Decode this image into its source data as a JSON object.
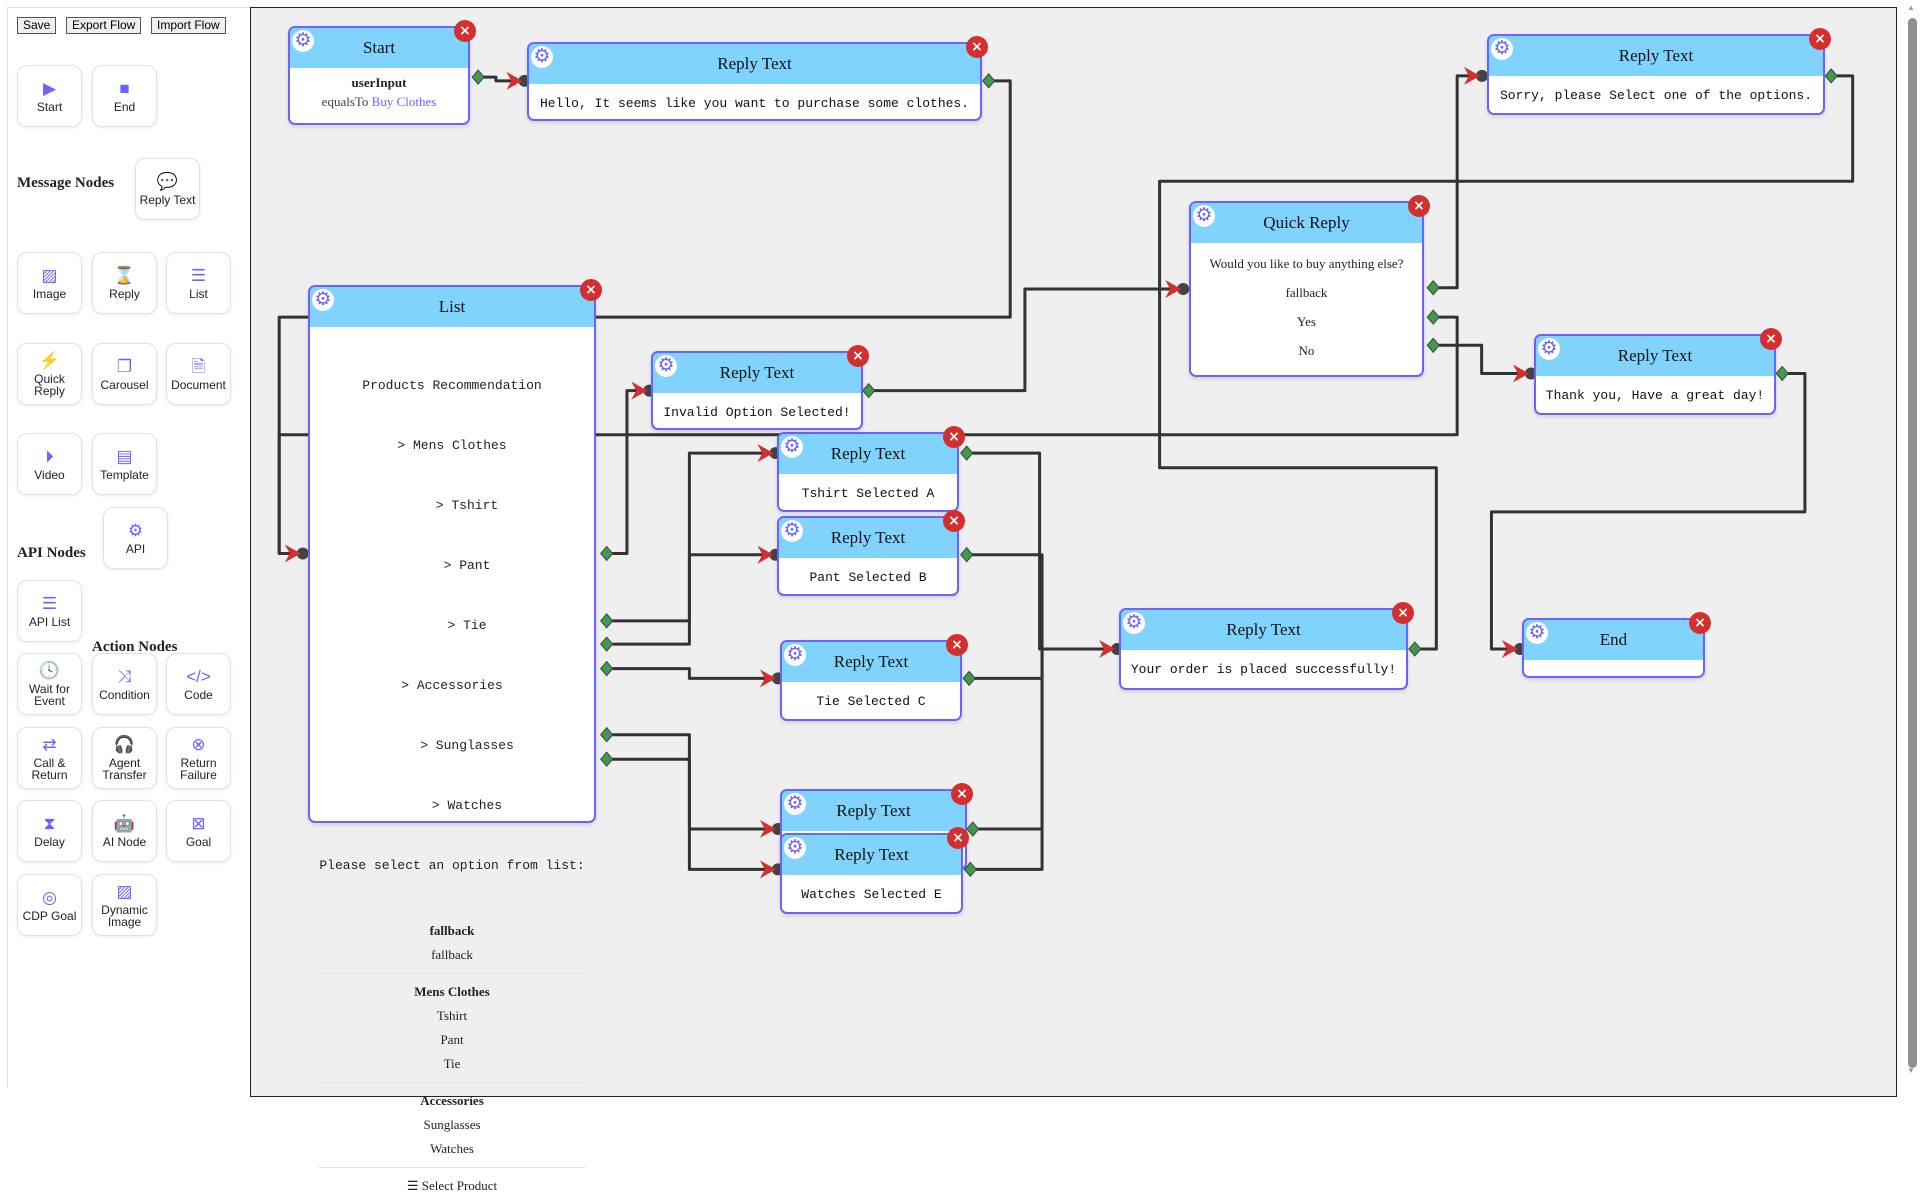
{
  "toolbar": {
    "save": "Save",
    "export": "Export Flow",
    "import": "Import Flow"
  },
  "palette": {
    "start": "Start",
    "end": "End",
    "message_nodes": "Message Nodes",
    "reply_text": "Reply Text",
    "image": "Image",
    "reply": "Reply",
    "list": "List",
    "quick_reply": "Quick Reply",
    "carousel": "Carousel",
    "document": "Document",
    "video": "Video",
    "template": "Template",
    "api_nodes": "API Nodes",
    "api": "API",
    "api_list": "API List",
    "action_nodes": "Action Nodes",
    "wait_for_event": "Wait for Event",
    "condition": "Condition",
    "code": "Code",
    "call_return": "Call & Return",
    "agent_transfer": "Agent Transfer",
    "return_failure": "Return Failure",
    "delay": "Delay",
    "ai_node": "AI Node",
    "goal": "Goal",
    "cdp_goal": "CDP Goal",
    "dynamic_image": "Dynamic Image"
  },
  "nodes": {
    "start": {
      "title": "Start",
      "field": "userInput",
      "op": "equalsTo",
      "value": "Buy Clothes"
    },
    "reply1": {
      "title": "Reply Text",
      "text": "Hello, It seems like you want to purchase some clothes."
    },
    "sorry": {
      "title": "Reply Text",
      "text": "Sorry, please Select one of the options."
    },
    "quick": {
      "title": "Quick Reply",
      "question": "Would you like to buy anything else?",
      "options": [
        "fallback",
        "Yes",
        "No"
      ]
    },
    "list": {
      "title": "List",
      "body": [
        "Products Recommendation",
        "> Mens Clothes",
        "> Tshirt",
        "> Pant",
        "> Tie",
        "> Accessories",
        "> Sunglasses",
        "> Watches",
        "Please select an option from list:"
      ],
      "fallback_title": "fallback",
      "fallback": "fallback",
      "sections": [
        {
          "title": "Mens Clothes",
          "items": [
            "Tshirt",
            "Pant",
            "Tie"
          ]
        },
        {
          "title": "Accessories",
          "items": [
            "Sunglasses",
            "Watches"
          ]
        }
      ],
      "button": "Select Product"
    },
    "invalid": {
      "title": "Reply Text",
      "text": "Invalid Option Selected!"
    },
    "tshirt": {
      "title": "Reply Text",
      "text": "Tshirt Selected A"
    },
    "pant": {
      "title": "Reply Text",
      "text": "Pant Selected B"
    },
    "tie": {
      "title": "Reply Text",
      "text": "Tie Selected C"
    },
    "sunglasses": {
      "title": "Reply Text"
    },
    "watches": {
      "title": "Reply Text",
      "text": "Watches Selected E"
    },
    "thanks": {
      "title": "Reply Text",
      "text": "Thank you, Have a great day!"
    },
    "order": {
      "title": "Reply Text",
      "text": "Your order is placed successfully!"
    },
    "end": {
      "title": "End"
    }
  },
  "colors": {
    "accent": "#6c63ff",
    "header": "#7fd3fd",
    "close": "#d32f2f",
    "output_handle": "#3f9a4a",
    "input_arrow": "#d32f2f",
    "canvas": "#efefef"
  }
}
